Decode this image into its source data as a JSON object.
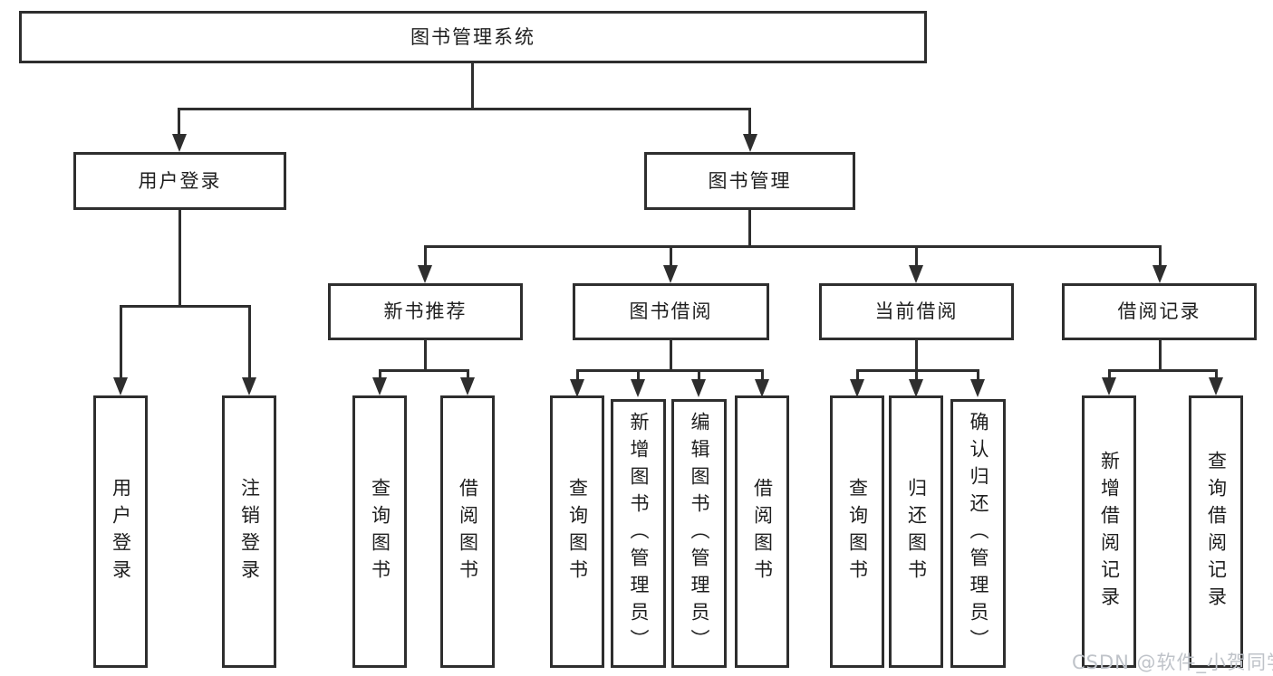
{
  "colors": {
    "line": "#2e2e2e",
    "text": "#1e1e1e",
    "box_bg": "#ffffff",
    "watermark": "#bfc3c9"
  },
  "nodes": {
    "root": "图书管理系统",
    "user_login": "用户登录",
    "book_mgmt": "图书管理",
    "new_book_rec": "新书推荐",
    "book_borrow": "图书借阅",
    "current_borrow": "当前借阅",
    "borrow_record": "借阅记录",
    "ul_user_login": "用户登录",
    "ul_logout": "注销登录",
    "nb_query_book": "查询图书",
    "nb_borrow_book": "借阅图书",
    "bb_query_book": "查询图书",
    "bb_add_book": "新增图书（管理员）",
    "bb_edit_book": "编辑图书（管理员）",
    "bb_borrow_book": "借阅图书",
    "cb_query_book": "查询图书",
    "cb_return_book": "归还图书",
    "cb_confirm_return": "确认归还（管理员）",
    "br_add_record": "新增借阅记录",
    "br_query_record": "查询借阅记录"
  },
  "tree": {
    "图书管理系统": [
      "用户登录",
      "图书管理"
    ],
    "用户登录": [
      "用户登录",
      "注销登录"
    ],
    "图书管理": [
      "新书推荐",
      "图书借阅",
      "当前借阅",
      "借阅记录"
    ],
    "新书推荐": [
      "查询图书",
      "借阅图书"
    ],
    "图书借阅": [
      "查询图书",
      "新增图书（管理员）",
      "编辑图书（管理员）",
      "借阅图书"
    ],
    "当前借阅": [
      "查询图书",
      "归还图书",
      "确认归还（管理员）"
    ],
    "借阅记录": [
      "新增借阅记录",
      "查询借阅记录"
    ]
  },
  "watermark": "CSDN @软件_小贺同学"
}
